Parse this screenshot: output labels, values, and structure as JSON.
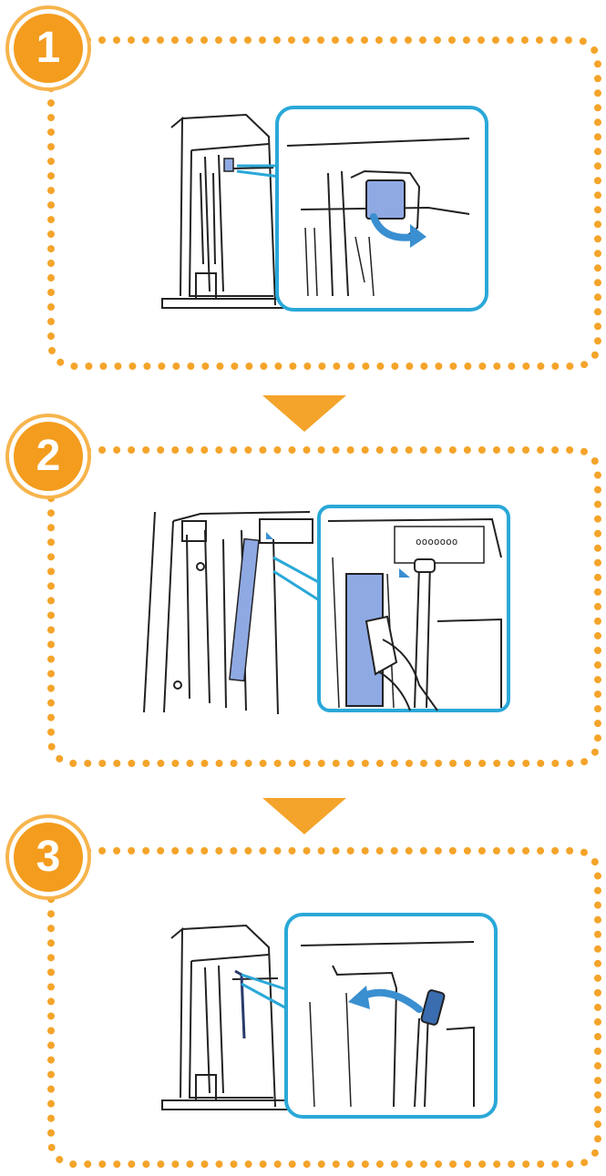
{
  "steps": [
    {
      "number": "1"
    },
    {
      "number": "2",
      "callout_label": "ooooooo"
    },
    {
      "number": "3"
    }
  ],
  "colors": {
    "accent": "#f4a42a",
    "highlight_blue": "#3a8fd0",
    "callout_border": "#2aa8d8",
    "part_blue": "#8fa9e3"
  },
  "icons": [
    "step-badge",
    "down-arrow-icon",
    "curved-arrow-icon",
    "triangle-marker-icon",
    "cloth-icon",
    "hand-icon"
  ]
}
